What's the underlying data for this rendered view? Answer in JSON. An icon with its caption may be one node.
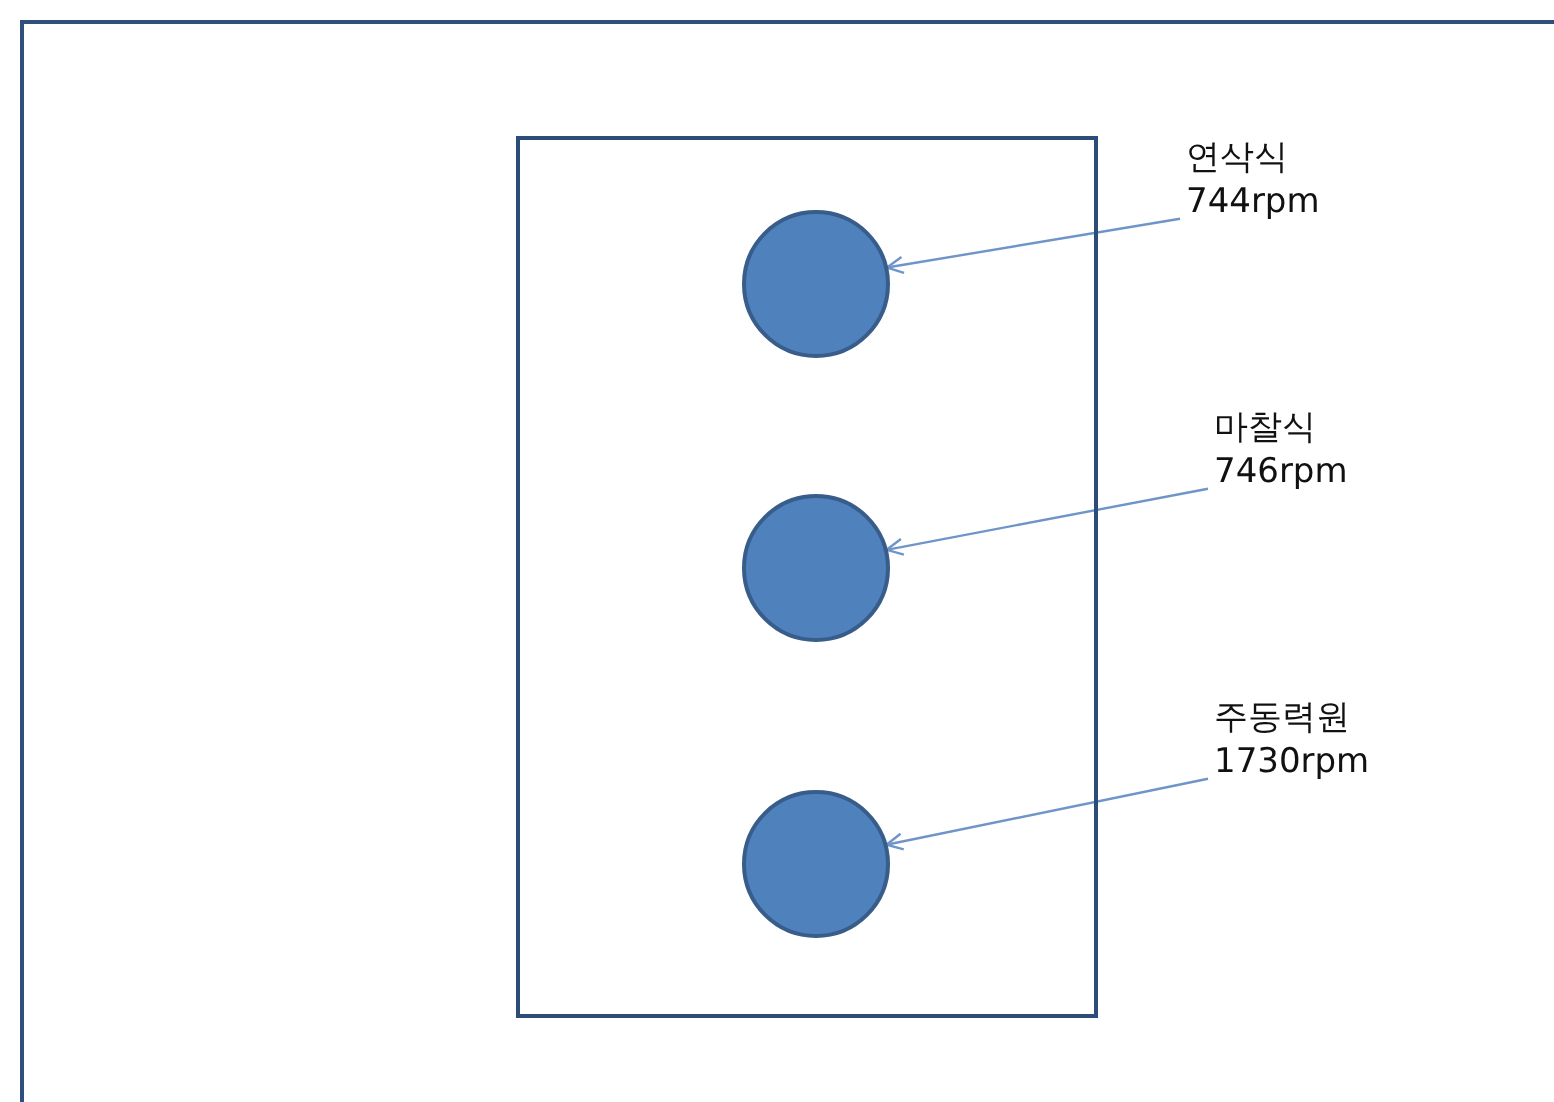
{
  "diagram": {
    "nodes": [
      {
        "text": [],
        "shape": "box"
      },
      {
        "text": [],
        "shape": "circle",
        "in": 0
      },
      {
        "text": [],
        "shape": "circle",
        "in": 0
      },
      {
        "text": [],
        "shape": "circle",
        "in": 0
      },
      {
        "text": [
          "연삭식",
          "744rpm"
        ]
      },
      {
        "text": [
          "마찰식",
          "746rpm"
        ]
      },
      {
        "text": [
          "주동력원",
          "1730rpm"
        ]
      }
    ],
    "edges": [
      {
        "from": 4,
        "to": 1,
        "arrow": "to"
      },
      {
        "from": 5,
        "to": 2,
        "arrow": "to"
      },
      {
        "from": 6,
        "to": 3,
        "arrow": "to"
      }
    ]
  }
}
